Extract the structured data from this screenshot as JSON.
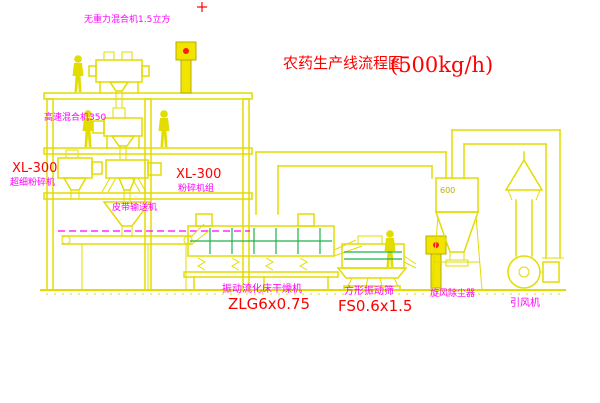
{
  "title": {
    "text": "农药生产线流程图",
    "capacity": "(500kg/h)"
  },
  "equipment": {
    "zero_gravity_mixer": {
      "name": "无重力混合机1.5立方"
    },
    "high_speed_mixer": {
      "name": "高速混合机350"
    },
    "mill_left": {
      "model": "XL-300",
      "name": "超细粉碎机"
    },
    "mill_center": {
      "model": "XL-300",
      "name": "粉碎机组"
    },
    "belt_conveyor": {
      "name": "皮带输送机"
    },
    "fluid_bed_dryer": {
      "name": "振动流化床干燥机",
      "model": "ZLG6x0.75"
    },
    "square_sieve": {
      "name": "方形振动筛",
      "model": "FS0.6x1.5"
    },
    "cyclone": {
      "name": "旋风除尘器",
      "tag": "600"
    },
    "fan": {
      "name": "引风机"
    }
  },
  "colors": {
    "line": "#e2dc00",
    "accent_green": "#1db24a",
    "label_magenta": "#ff00ff",
    "model_red": "#ff0000",
    "background": "#ffffff"
  }
}
